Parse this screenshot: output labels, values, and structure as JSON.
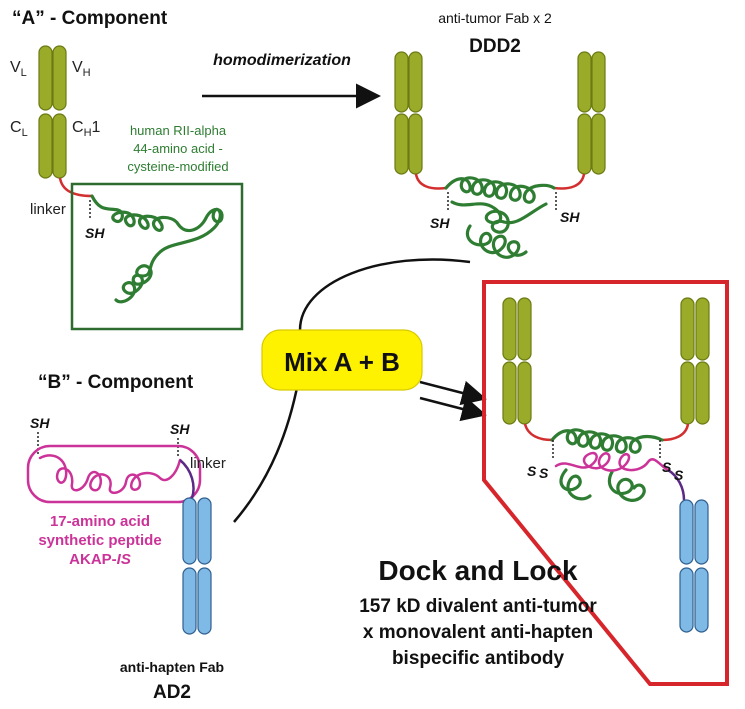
{
  "component_a": {
    "title": "“A” - Component",
    "vl": "V",
    "vl_sub": "L",
    "vh": "V",
    "vh_sub": "H",
    "cl": "C",
    "cl_sub": "L",
    "ch": "C",
    "ch_sub": "H",
    "ch_tail": "1",
    "note_line1": "human RII-alpha",
    "note_line2": "44-amino acid -",
    "note_line3": "cysteine-modified",
    "linker": "linker",
    "sh": "SH"
  },
  "arrow": {
    "label": "homodimerization"
  },
  "ddd2": {
    "subtitle": "anti-tumor Fab x 2",
    "title": "DDD2",
    "sh_left": "SH",
    "sh_right": "SH"
  },
  "mix": {
    "label": "Mix A + B"
  },
  "component_b": {
    "title": "“B” - Component",
    "sh_left": "SH",
    "sh_right": "SH",
    "linker": "linker",
    "peptide_line1": "17-amino acid",
    "peptide_line2": "synthetic peptide",
    "peptide_line3": "AKAP-",
    "peptide_line3_ital": "IS",
    "fab_label": "anti-hapten Fab",
    "fab_title": "AD2"
  },
  "product": {
    "title": "Dock and Lock",
    "line1": "157 kD divalent anti-tumor",
    "line2": "x monovalent anti-hapten",
    "line3": "bispecific antibody",
    "s1": "S",
    "s2": "S",
    "s3": "S",
    "s4": "S"
  },
  "colors": {
    "fab_green": "#9aab2a",
    "fab_outline": "#6b7a12",
    "helix_green": "#2e7d32",
    "linker_red": "#d32f2f",
    "peptide_magenta": "#cc3399",
    "fab_blue": "#7fb9e6",
    "fab_blue_outline": "#2f5f8f",
    "box_green": "#2e6b2e",
    "box_red": "#d6262b",
    "mix_yellow": "#fff200",
    "linker_purple": "#5b2a86"
  }
}
